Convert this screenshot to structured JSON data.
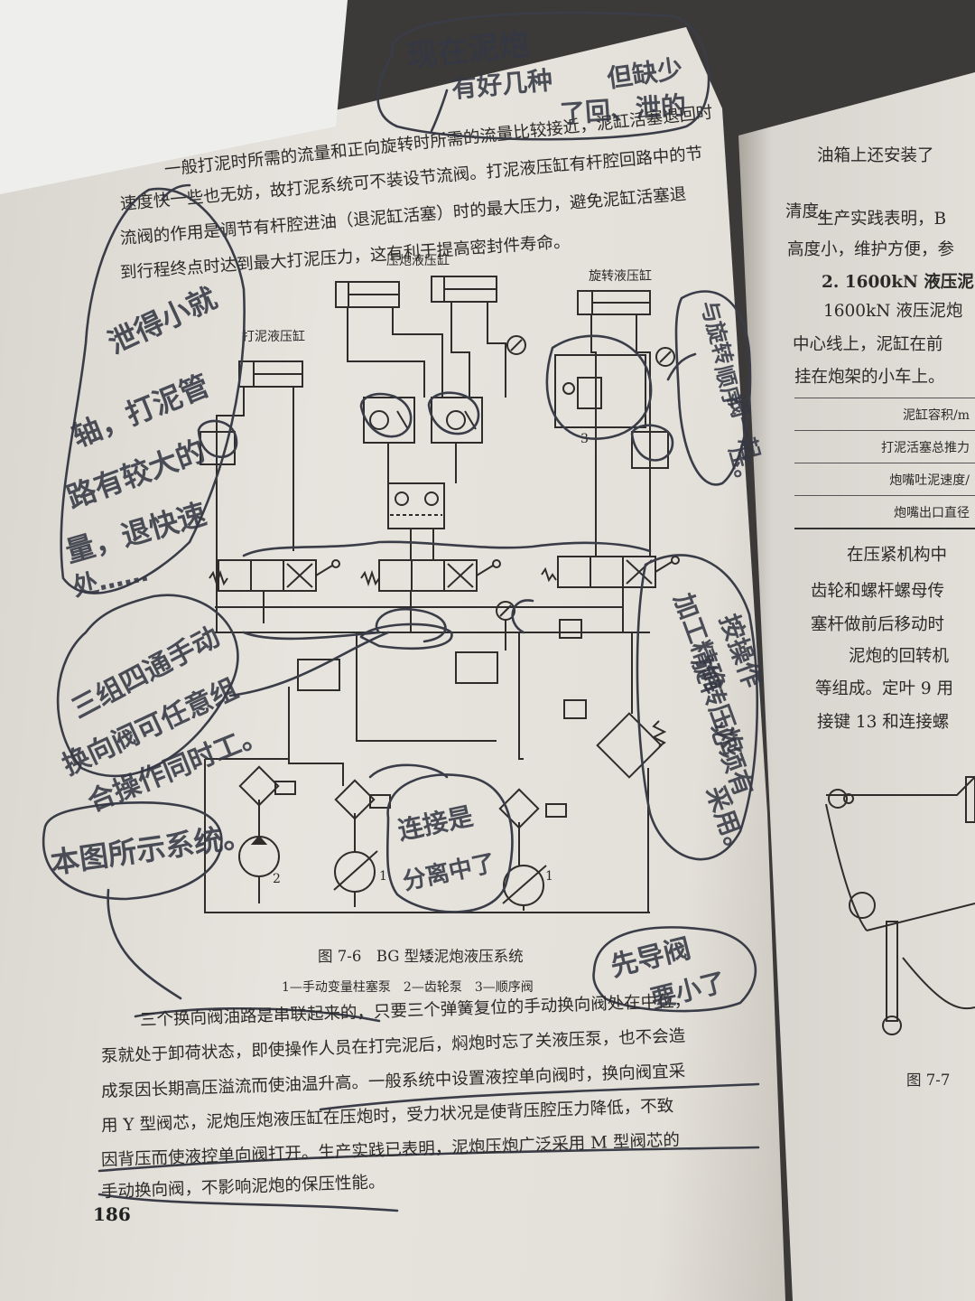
{
  "left_page": {
    "paragraph_top": [
      "一般打泥时所需的流量和正向旋转时所需的流量比较接近，泥缸活塞退回时",
      "速度快一些也无妨，故打泥系统可不装设节流阀。打泥液压缸有杆腔回路中的节",
      "流阀的作用是调节有杆腔进油（退泥缸活塞）时的最大压力，避免泥缸活塞退",
      "到行程终点时达到最大打泥压力，这有利于提高密封件寿命。"
    ],
    "diagram_labels": {
      "press_cylinder": "压炮液压缸",
      "rotate_cylinder": "旋转液压缸",
      "mud_cylinder": "打泥液压缸",
      "num1a": "1",
      "num1b": "1",
      "num2": "2",
      "num3": "3"
    },
    "figure_caption": "图 7-6　BG 型矮泥炮液压系统",
    "figure_legend": "1—手动变量柱塞泵　2—齿轮泵　3—顺序阀",
    "paragraph_bottom": [
      "三个换向阀油路是串联起来的，只要三个弹簧复位的手动换向阀处在中位，",
      "泵就处于卸荷状态，即使操作人员在打完泥后，焖炮时忘了关液压泵，也不会造",
      "成泵因长期高压溢流而使油温升高。一般系统中设置液控单向阀时，换向阀宜采",
      "用 Y 型阀芯，泥炮压炮液压缸在压炮时，受力状况是使背压腔压力降低，不致",
      "因背压而使液控单向阀打开。生产实践已表明，泥炮压炮广泛采用 M 型阀芯的",
      "手动换向阀，不影响泥炮的保压性能。"
    ],
    "page_number": "186"
  },
  "right_page": {
    "lines_top": [
      "油箱上还安装了",
      "清度。",
      "生产实践表明，B",
      "高度小，维护方便，参"
    ],
    "heading": "2. 1600kN 液压泥",
    "lines_mid": [
      "1600kN 液压泥炮",
      "中心线上，泥缸在前",
      "挂在炮架的小车上。"
    ],
    "table_rows": [
      "泥缸容积/m",
      "打泥活塞总推力",
      "炮嘴吐泥速度/",
      "炮嘴出口直径"
    ],
    "lines_bottom": [
      "在压紧机构中",
      "齿轮和螺杆螺母传",
      "塞杆做前后移动时",
      "泥炮的回转机",
      "等组成。定叶 9 用",
      "接键 13 和连接螺"
    ],
    "figure_caption": "图 7-7"
  },
  "handwritten_notes": [
    "现在泥炮",
    "有好几种",
    "但缺少",
    "了回、泄的",
    "泄得小就",
    "轴，打泥管",
    "路有较大的",
    "量，退快速",
    "处……",
    "与旋转",
    "顺序",
    "阀一起",
    "压。",
    "三组四通手动",
    "换向阀可任意组",
    "合操作同时工。",
    "加工精确",
    "旋转压炮",
    "按操作",
    "必须有",
    "采用。",
    "本图所示系统。",
    "连接是",
    "分离中了",
    "先导阀",
    "要小了"
  ]
}
